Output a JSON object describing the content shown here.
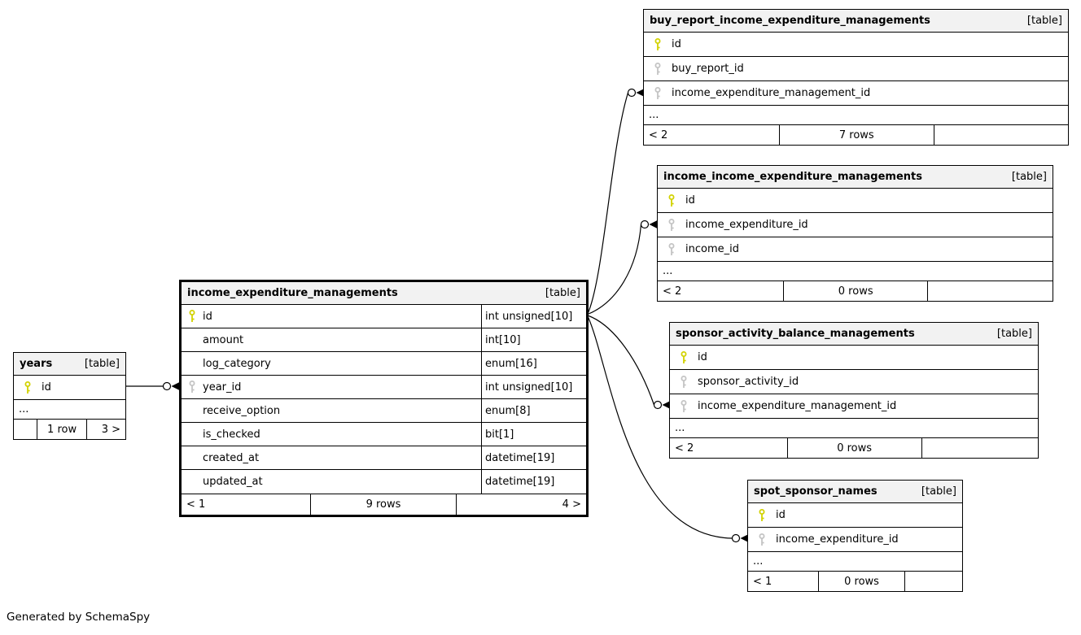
{
  "diagram": {
    "generated_by": "Generated by SchemaSpy",
    "ellipsis": "..."
  },
  "colors": {
    "primary_key": "#d2d200",
    "foreign_key": "#c4c4c4",
    "header_bg": "#f2f2f2",
    "border": "#000000"
  },
  "tables": {
    "years": {
      "name": "years",
      "badge": "[table]",
      "columns": [
        {
          "name": "id",
          "key": "primary"
        }
      ],
      "ellipsis": "...",
      "footer": {
        "left": "",
        "rows": "1 row",
        "right": "3 >"
      }
    },
    "income_expenditure_managements": {
      "name": "income_expenditure_managements",
      "badge": "[table]",
      "columns": [
        {
          "name": "id",
          "type": "int unsigned[10]",
          "key": "primary"
        },
        {
          "name": "amount",
          "type": "int[10]"
        },
        {
          "name": "log_category",
          "type": "enum[16]"
        },
        {
          "name": "year_id",
          "type": "int unsigned[10]",
          "key": "foreign"
        },
        {
          "name": "receive_option",
          "type": "enum[8]"
        },
        {
          "name": "is_checked",
          "type": "bit[1]"
        },
        {
          "name": "created_at",
          "type": "datetime[19]"
        },
        {
          "name": "updated_at",
          "type": "datetime[19]"
        }
      ],
      "footer": {
        "left": "< 1",
        "rows": "9 rows",
        "right": "4 >"
      }
    },
    "buy_report_income_expenditure_managements": {
      "name": "buy_report_income_expenditure_managements",
      "badge": "[table]",
      "columns": [
        {
          "name": "id",
          "key": "primary"
        },
        {
          "name": "buy_report_id",
          "key": "foreign"
        },
        {
          "name": "income_expenditure_management_id",
          "key": "foreign"
        }
      ],
      "ellipsis": "...",
      "footer": {
        "left": "< 2",
        "rows": "7 rows",
        "right": ""
      }
    },
    "income_income_expenditure_managements": {
      "name": "income_income_expenditure_managements",
      "badge": "[table]",
      "columns": [
        {
          "name": "id",
          "key": "primary"
        },
        {
          "name": "income_expenditure_id",
          "key": "foreign"
        },
        {
          "name": "income_id",
          "key": "foreign"
        }
      ],
      "ellipsis": "...",
      "footer": {
        "left": "< 2",
        "rows": "0 rows",
        "right": ""
      }
    },
    "sponsor_activity_balance_managements": {
      "name": "sponsor_activity_balance_managements",
      "badge": "[table]",
      "columns": [
        {
          "name": "id",
          "key": "primary"
        },
        {
          "name": "sponsor_activity_id",
          "key": "foreign"
        },
        {
          "name": "income_expenditure_management_id",
          "key": "foreign"
        }
      ],
      "ellipsis": "...",
      "footer": {
        "left": "< 2",
        "rows": "0 rows",
        "right": ""
      }
    },
    "spot_sponsor_names": {
      "name": "spot_sponsor_names",
      "badge": "[table]",
      "columns": [
        {
          "name": "id",
          "key": "primary"
        },
        {
          "name": "income_expenditure_id",
          "key": "foreign"
        }
      ],
      "ellipsis": "...",
      "footer": {
        "left": "< 1",
        "rows": "0 rows",
        "right": ""
      }
    }
  },
  "relationships": [
    {
      "parent": "years.id",
      "child": "income_expenditure_managements.year_id"
    },
    {
      "parent": "income_expenditure_managements.id",
      "child": "buy_report_income_expenditure_managements.income_expenditure_management_id"
    },
    {
      "parent": "income_expenditure_managements.id",
      "child": "income_income_expenditure_managements.income_expenditure_id"
    },
    {
      "parent": "income_expenditure_managements.id",
      "child": "sponsor_activity_balance_managements.income_expenditure_management_id"
    },
    {
      "parent": "income_expenditure_managements.id",
      "child": "spot_sponsor_names.income_expenditure_id"
    }
  ]
}
